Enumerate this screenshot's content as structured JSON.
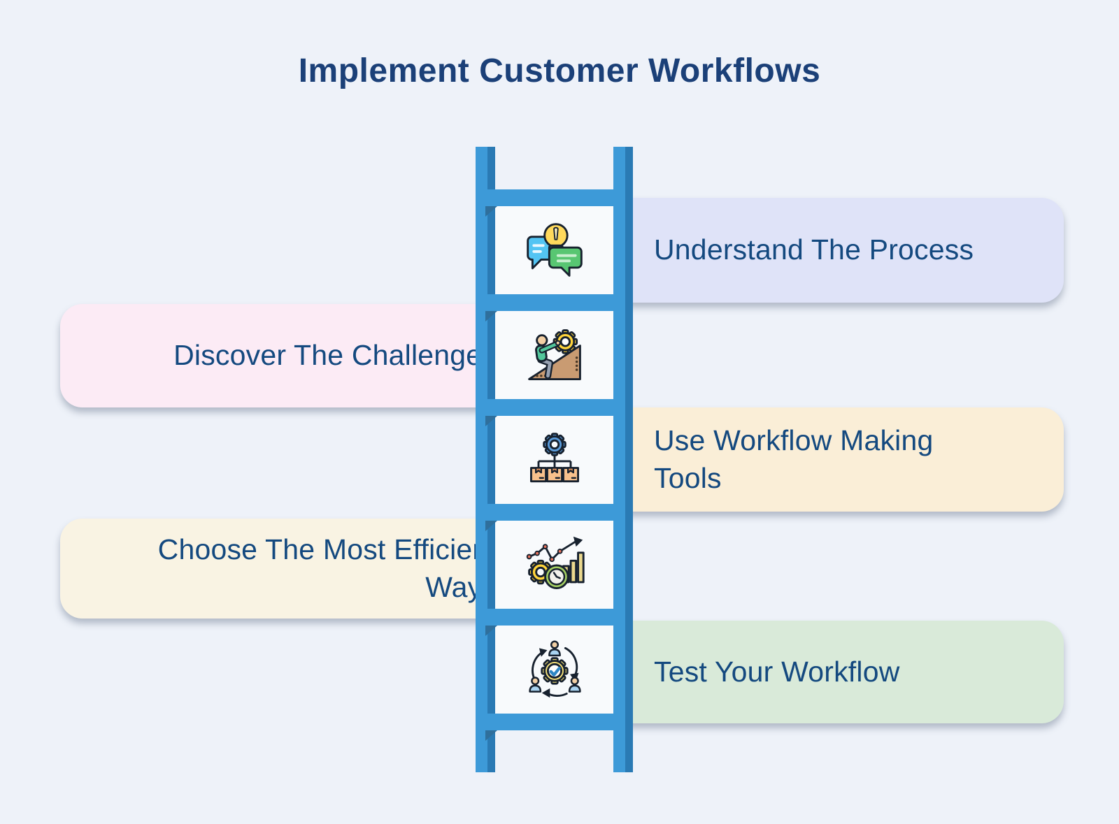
{
  "page": {
    "title": "Implement Customer Workflows",
    "background_color": "#eef2f9",
    "title_color": "#1b4078",
    "card_text_color": "#14497f"
  },
  "ladder": {
    "rail_color_light": "#3d9ad8",
    "rail_color_dark": "#2a7ab4",
    "window_color": "#f8fafc",
    "rung_count": 6
  },
  "steps": [
    {
      "label": "Understand The Process",
      "side": "right",
      "card_color": "#dfe3f8",
      "icon": "idea-discussion-icon"
    },
    {
      "label": "Discover The Challenges",
      "side": "left",
      "card_color": "#fcebf5",
      "icon": "push-gear-uphill-icon"
    },
    {
      "label": "Use Workflow Making Tools",
      "side": "right",
      "card_color": "#faeed7",
      "icon": "gear-packages-flow-icon"
    },
    {
      "label": "Choose The Most Efficient Ways",
      "side": "left",
      "card_color": "#f9f3e3",
      "icon": "efficiency-analytics-icon"
    },
    {
      "label": "Test Your Workflow",
      "side": "right",
      "card_color": "#d9ead9",
      "icon": "team-approval-cycle-icon"
    }
  ]
}
